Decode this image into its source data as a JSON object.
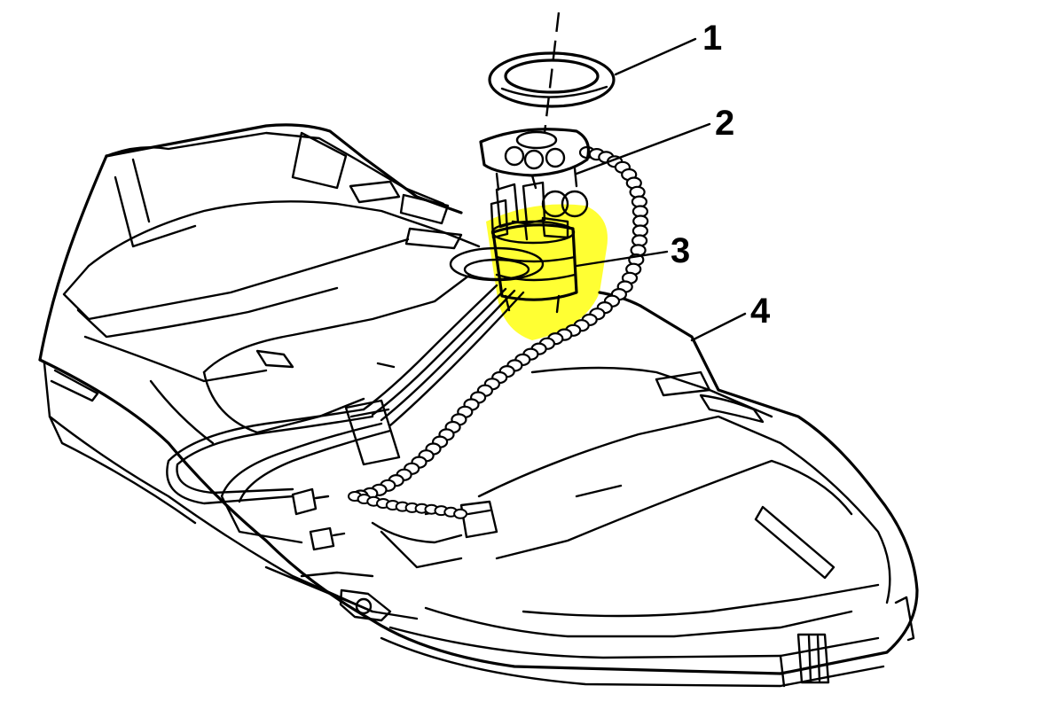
{
  "diagram": {
    "highlight_color": "#ffff33",
    "line_color": "#000000",
    "callouts": [
      {
        "id": "1",
        "label": "1",
        "part_icon": "sealing-ring-icon"
      },
      {
        "id": "2",
        "label": "2",
        "part_icon": "fuel-sender-cap-icon"
      },
      {
        "id": "3",
        "label": "3",
        "part_icon": "fuel-pump-module-icon",
        "highlighted": true
      },
      {
        "id": "4",
        "label": "4",
        "part_icon": "fuel-tank-icon"
      }
    ]
  }
}
